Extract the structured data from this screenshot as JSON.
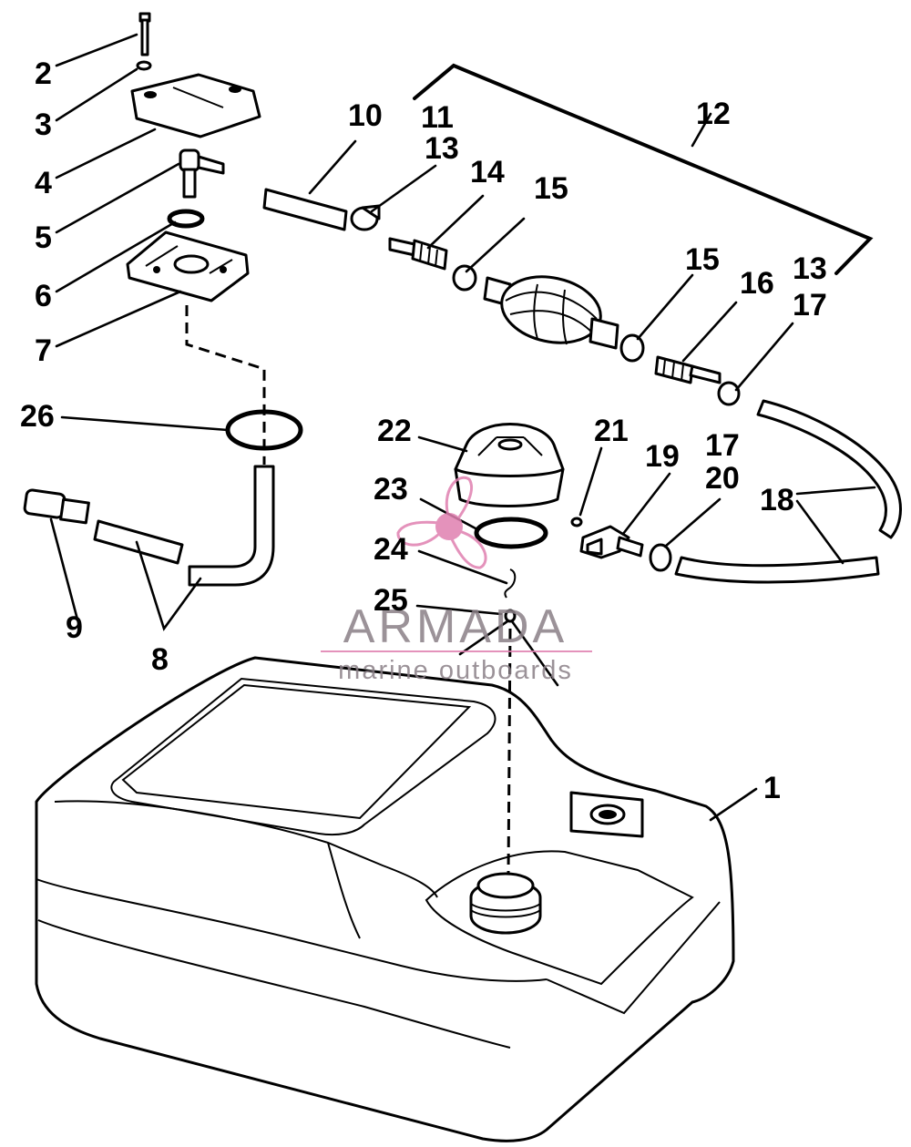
{
  "callouts": {
    "c1": "1",
    "c2": "2",
    "c3": "3",
    "c4": "4",
    "c5": "5",
    "c6": "6",
    "c7": "7",
    "c8": "8",
    "c9": "9",
    "c10": "10",
    "c11": "11",
    "c12": "12",
    "c13a": "13",
    "c13b": "13",
    "c14": "14",
    "c15a": "15",
    "c15b": "15",
    "c16": "16",
    "c17a": "17",
    "c17b": "17",
    "c18": "18",
    "c19": "19",
    "c20": "20",
    "c21": "21",
    "c22": "22",
    "c23": "23",
    "c24": "24",
    "c25": "25",
    "c26": "26"
  },
  "watermark": {
    "brand": "ARMADA",
    "tagline": "marine outboards",
    "brand_color": "#e07fb0",
    "text_color": "#8a7f87"
  }
}
